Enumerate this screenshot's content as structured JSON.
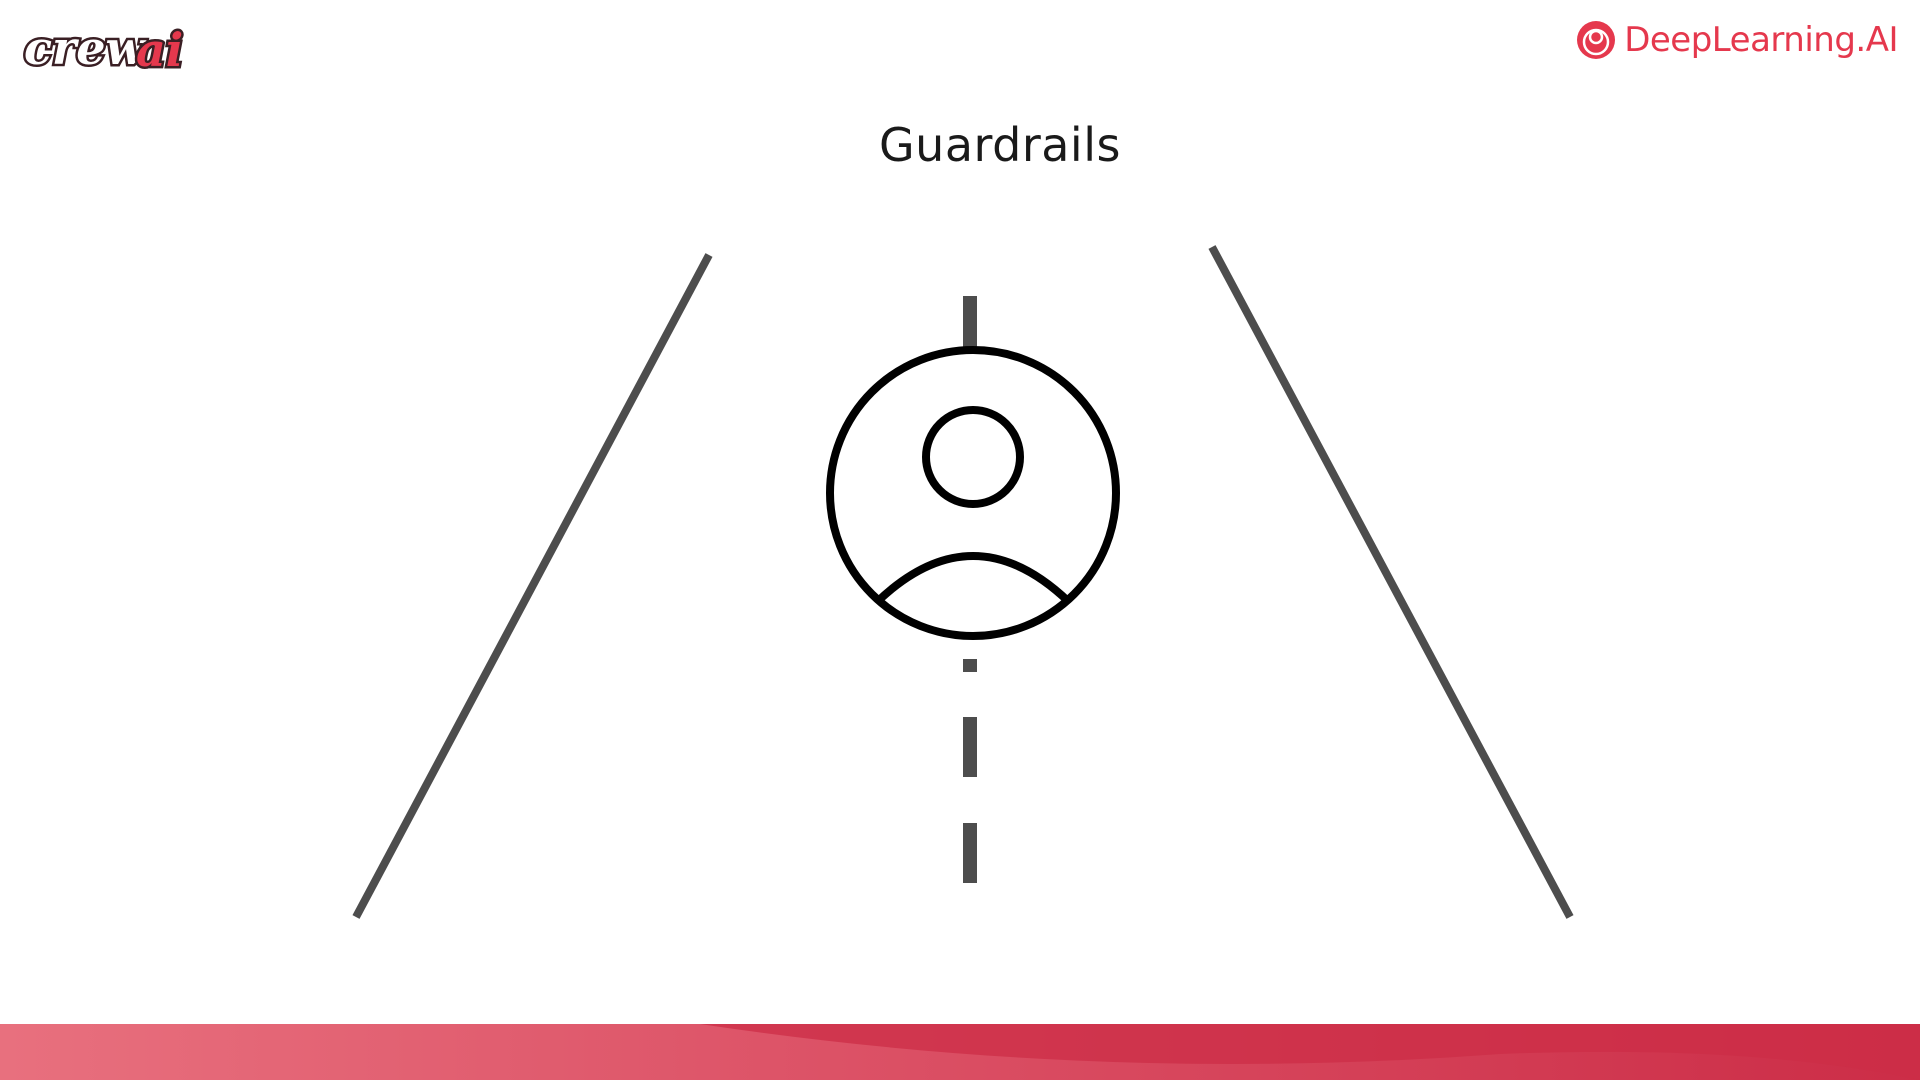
{
  "slide": {
    "title": "Guardrails"
  },
  "branding": {
    "left_logo_text": "crewai",
    "right_logo_text": "DeepLearning.AI",
    "accent_color": "#e5384d",
    "crew_dark_color": "#3a1f24",
    "footer_color": "#cc2d47"
  },
  "diagram": {
    "center_icon": "user-avatar-icon",
    "road_line_color": "#4d4d4d",
    "icon_stroke_color": "#000000"
  }
}
